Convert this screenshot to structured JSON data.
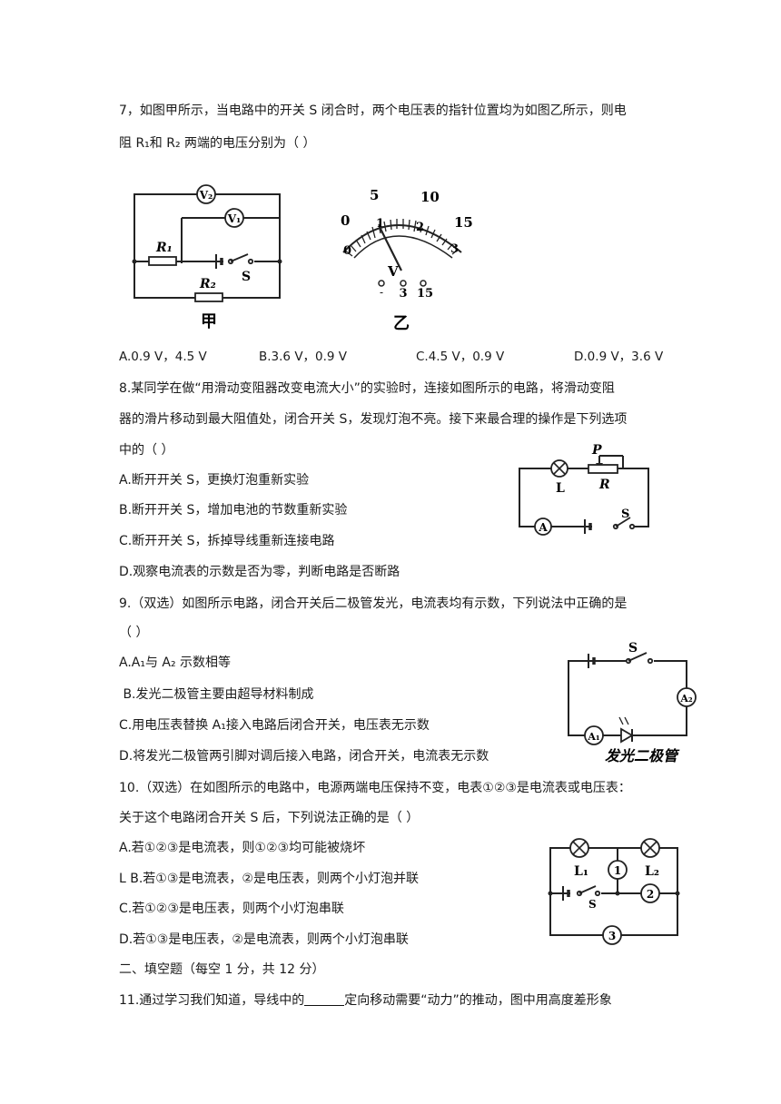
{
  "q7": {
    "line1": "7，如图甲所示，当电路中的开关 S 闭合时，两个电压表的指针位置均为如图乙所示，则电",
    "line2": "阻  R₁和  R₂  两端的电压分别为（      ）",
    "fig_a_caption": "甲",
    "fig_b_caption": "乙",
    "fig_a_labels": {
      "v2": "V₂",
      "v1": "V₁",
      "r1": "R₁",
      "r2": "R₂",
      "s": "S"
    },
    "meter_labels": {
      "top": [
        "0",
        "5",
        "10",
        "15"
      ],
      "bottom": [
        "0",
        "1",
        "2",
        "3"
      ],
      "unit": "V",
      "terminals": [
        "3",
        "15"
      ]
    },
    "options": [
      "A.0.9 V，4.5 V",
      "B.3.6 V，0.9 V",
      "C.4.5 V，0.9 V",
      "D.0.9 V，3.6 V"
    ]
  },
  "q8": {
    "line1": "8.某同学在做“用滑动变阻器改变电流大小”的实验时，连接如图所示的电路，将滑动变阻",
    "line2": "器的滑片移动到最大阻值处，闭合开关 S，发现灯泡不亮。接下来最合理的操作是下列选项",
    "line3": "中的（      ）",
    "options": [
      "A.断开开关 S，更换灯泡重新实验",
      "B.断开开关 S，增加电池的节数重新实验",
      "C.断开开关 S，拆掉导线重新连接电路",
      "D.观察电流表的示数是否为零，判断电路是否断路"
    ],
    "fig_labels": {
      "p": "P",
      "l": "L",
      "r": "R",
      "a": "A",
      "s": "S"
    }
  },
  "q9": {
    "line1": "9.（双选）如图所示电路，闭合开关后二极管发光，电流表均有示数，下列说法中正确的是",
    "line2": "（      ）",
    "options": [
      "A.A₁与  A₂  示数相等",
      " B.发光二极管主要由超导材料制成",
      "C.用电压表替换 A₁接入电路后闭合开关，电压表无示数",
      "D.将发光二极管两引脚对调后接入电路，闭合开关，电流表无示数"
    ],
    "fig_labels": {
      "s": "S",
      "a1": "A₁",
      "a2": "A₂",
      "caption": "发光二极管"
    }
  },
  "q10": {
    "line1": "10.（双选）在如图所示的电路中，电源两端电压保持不变，电表①②③是电流表或电压表：",
    "line2": "关于这个电路闭合开关 S 后，下列说法正确的是（      ）",
    "options": [
      "A.若①②③是电流表，则①②③均可能被烧坏",
      "L B.若①③是电流表，②是电压表，则两个小灯泡并联",
      "C.若①②③是电压表，则两个小灯泡串联",
      "D.若①③是电压表，②是电流表，则两个小灯泡串联"
    ],
    "fig_labels": {
      "l1": "L₁",
      "l2": "L₂",
      "m1": "1",
      "m2": "2",
      "m3": "3",
      "s": "S"
    }
  },
  "section2": {
    "title": "二、填空题（每空 1 分，共 12 分）"
  },
  "q11": {
    "before": "11.通过学习我们知道，导线中的",
    "after": "定向移动需要“动力”的推动，图中用高度差形象"
  }
}
